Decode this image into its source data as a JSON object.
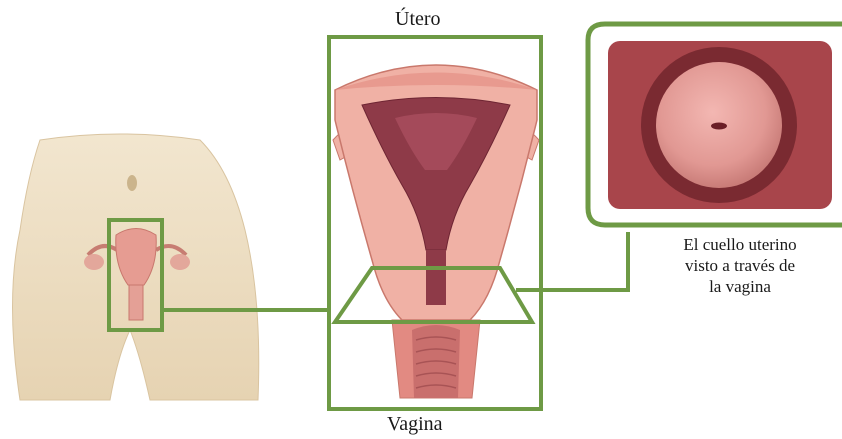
{
  "labels": {
    "top": "Útero",
    "bottom": "Vagina",
    "caption": [
      "El cuello uterino",
      "visto a través de",
      "la vagina"
    ]
  },
  "colors": {
    "frame_green": "#6e9a45",
    "skin": "#eedfc3",
    "uterus_outer": "#f0b1a5",
    "uterus_inner": "#8e3a48",
    "cervix_bg": "#a8454b",
    "cervix_ring": "#7a2a31",
    "cervix_face": "#e39a96"
  }
}
